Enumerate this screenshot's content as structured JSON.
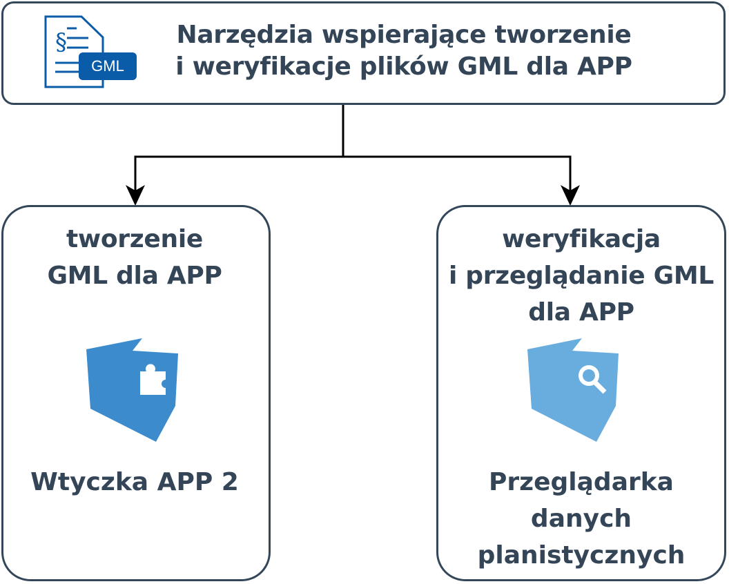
{
  "diagram": {
    "title": {
      "line1": "Narzędzia wspierające tworzenie",
      "line2": "i weryfikacje plików GML dla APP",
      "icon": "gml-document-icon",
      "icon_badge": "GML",
      "icon_color": "#0b5ca8"
    },
    "branches": [
      {
        "heading": [
          "tworzenie",
          "GML dla APP"
        ],
        "icon": "poland-map-puzzle-icon",
        "icon_color": "#3b8bcd",
        "tool": [
          "Wtyczka APP 2"
        ]
      },
      {
        "heading": [
          "weryfikacja",
          "i przeglądanie GML",
          "dla APP"
        ],
        "icon": "poland-map-search-icon",
        "icon_color": "#69addf",
        "tool": [
          "Przeglądarka",
          "danych",
          "planistycznych"
        ]
      }
    ],
    "colors": {
      "border": "#34465a",
      "text": "#344557",
      "arrow": "#000000"
    }
  }
}
